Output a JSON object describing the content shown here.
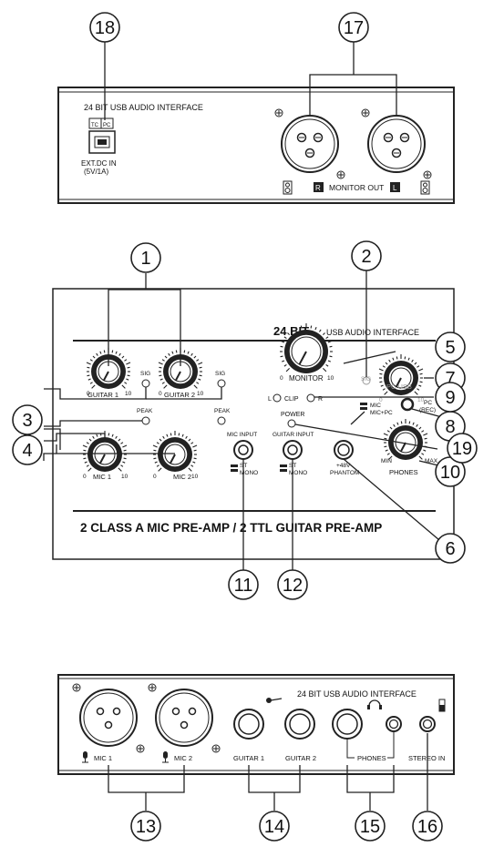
{
  "callouts": [
    "1",
    "2",
    "3",
    "4",
    "5",
    "6",
    "7",
    "8",
    "9",
    "10",
    "11",
    "12",
    "13",
    "14",
    "15",
    "16",
    "17",
    "18",
    "19"
  ],
  "top_panel": {
    "brand": "24 BIT USB AUDIO INTERFACE",
    "toggle_tc": "TC",
    "toggle_pc": "PC",
    "dc_label": "EXT.DC IN",
    "dc_spec": "(5V/1A)",
    "monitor_out": "MONITOR OUT",
    "r": "R",
    "l": "L"
  },
  "front_panel": {
    "brand_bold": "24 BIT",
    "brand_rest": "USB AUDIO INTERFACE",
    "guitar1": "GUITAR 1",
    "guitar2": "GUITAR 2",
    "sig": "SIG",
    "peak": "PEAK",
    "mic1": "MIC 1",
    "mic2": "MIC 2",
    "monitor": "MONITOR",
    "pc_usb": "PC USB",
    "clip_l": "L",
    "clip": "CLIP",
    "clip_r": "R",
    "power": "POWER",
    "mic": "MIC",
    "mic_pc": "MIC+PC",
    "pc": "PC",
    "rec": "(REC)",
    "mic_input": "MIC INPUT",
    "guitar_input": "GUITAR INPUT",
    "st": "ST",
    "mono": "MONO",
    "phantom_48": "+48V",
    "phantom": "PHANTOM",
    "min": "MIN",
    "max": "MAX",
    "phones": "PHONES",
    "scale_0": "0",
    "scale_10": "10",
    "slogan": "2 CLASS A MIC PRE-AMP / 2 TTL GUITAR PRE-AMP"
  },
  "rear_panel": {
    "brand": "24 BIT USB AUDIO INTERFACE",
    "mic1": "MIC 1",
    "mic2": "MIC 2",
    "guitar1": "GUITAR 1",
    "guitar2": "GUITAR 2",
    "phones": "PHONES",
    "stereo_in": "STEREO IN"
  }
}
